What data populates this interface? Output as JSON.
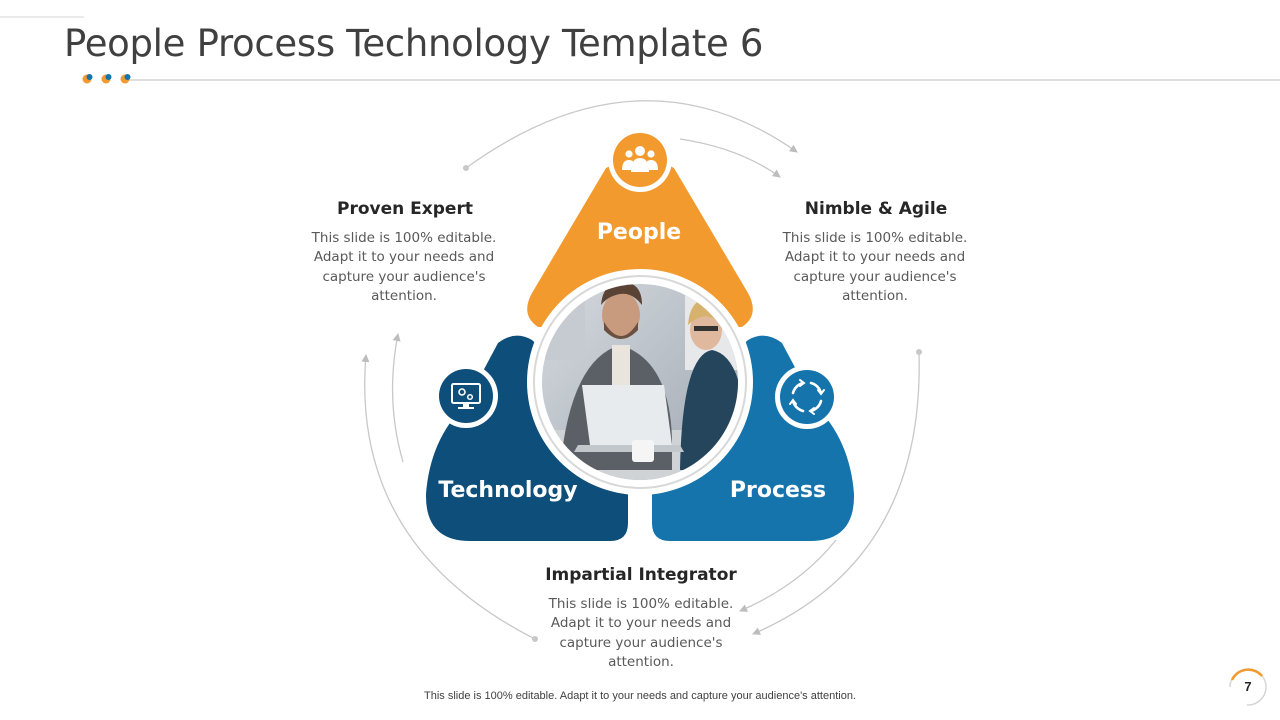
{
  "slide": {
    "title": "People Process Technology Template 6",
    "page_number": "7",
    "footer": "This slide is 100% editable. Adapt it to your needs and capture your audience's attention."
  },
  "diagram": {
    "segments": [
      {
        "id": "people",
        "label": "People",
        "color": "#F39A2E",
        "icon": "people-group-icon"
      },
      {
        "id": "technology",
        "label": "Technology",
        "color": "#0E4E7A",
        "icon": "monitor-gears-icon"
      },
      {
        "id": "process",
        "label": "Process",
        "color": "#1574AC",
        "icon": "cycle-arrows-icon"
      }
    ],
    "photo": "business-team-photo"
  },
  "callouts": [
    {
      "id": "proven-expert",
      "heading": "Proven Expert",
      "lines": [
        "This slide is 100% editable.",
        "Adapt it to your needs and",
        "capture your audience's",
        "attention."
      ]
    },
    {
      "id": "nimble-agile",
      "heading": "Nimble & Agile",
      "lines": [
        "This slide is 100% editable.",
        "Adapt it to your needs and",
        "capture your audience's",
        "attention."
      ]
    },
    {
      "id": "impartial-integrator",
      "heading": "Impartial Integrator",
      "lines": [
        "This slide is 100% editable.",
        "Adapt it to your needs and",
        "capture your audience's",
        "attention."
      ]
    }
  ],
  "colors": {
    "orange": "#F39A2E",
    "navy": "#0E4E7A",
    "blue": "#1574AC",
    "title": "#404040",
    "arrow": "#C8C8C8"
  }
}
